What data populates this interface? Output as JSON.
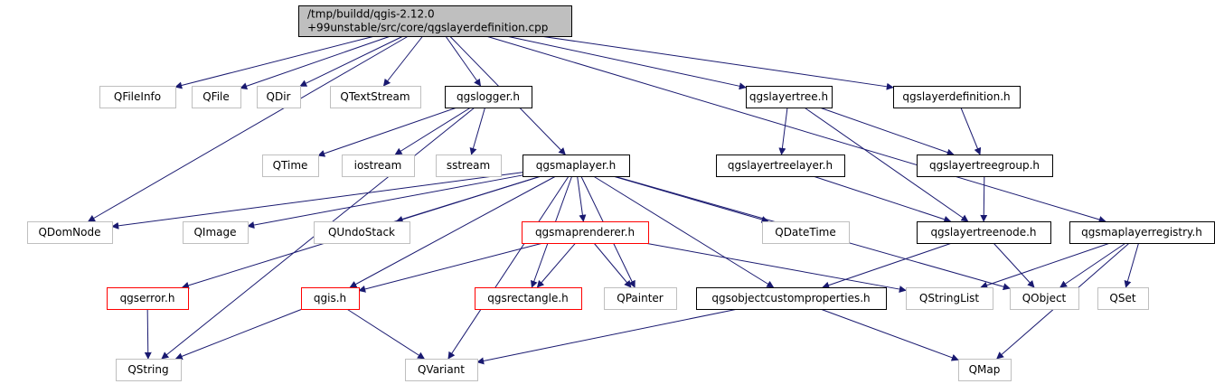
{
  "colors": {
    "edge": "#191970",
    "border_documented": "#000000",
    "border_truncated": "#ff0000",
    "border_external": "#bfbfbf",
    "fill_root": "#bfbfbf",
    "fill_default": "#ffffff",
    "text": "#000000"
  },
  "nodes": {
    "root": {
      "lines": [
        "/tmp/buildd/qgis-2.12.0",
        "+99unstable/src/core/qgslayerdefinition.cpp"
      ],
      "kind": "root"
    },
    "qfileinfo": {
      "lines": [
        "QFileInfo"
      ],
      "kind": "external"
    },
    "qfile": {
      "lines": [
        "QFile"
      ],
      "kind": "external"
    },
    "qdir": {
      "lines": [
        "QDir"
      ],
      "kind": "external"
    },
    "qtextstream": {
      "lines": [
        "QTextStream"
      ],
      "kind": "external"
    },
    "qgslogger": {
      "lines": [
        "qgslogger.h"
      ],
      "kind": "documented"
    },
    "qgslayertree": {
      "lines": [
        "qgslayertree.h"
      ],
      "kind": "documented"
    },
    "qgslayerdefinition": {
      "lines": [
        "qgslayerdefinition.h"
      ],
      "kind": "documented"
    },
    "qtime": {
      "lines": [
        "QTime"
      ],
      "kind": "external"
    },
    "iostream": {
      "lines": [
        "iostream"
      ],
      "kind": "external"
    },
    "sstream": {
      "lines": [
        "sstream"
      ],
      "kind": "external"
    },
    "qgsmaplayer": {
      "lines": [
        "qgsmaplayer.h"
      ],
      "kind": "documented"
    },
    "qgslayertreelayer": {
      "lines": [
        "qgslayertreelayer.h"
      ],
      "kind": "documented"
    },
    "qgslayertreegroup": {
      "lines": [
        "qgslayertreegroup.h"
      ],
      "kind": "documented"
    },
    "qdomnode": {
      "lines": [
        "QDomNode"
      ],
      "kind": "external"
    },
    "qimage": {
      "lines": [
        "QImage"
      ],
      "kind": "external"
    },
    "qundostack": {
      "lines": [
        "QUndoStack"
      ],
      "kind": "external"
    },
    "qgsmaprenderer": {
      "lines": [
        "qgsmaprenderer.h"
      ],
      "kind": "truncated"
    },
    "qdatetime": {
      "lines": [
        "QDateTime"
      ],
      "kind": "external"
    },
    "qgslayertreenode": {
      "lines": [
        "qgslayertreenode.h"
      ],
      "kind": "documented"
    },
    "qgsmaplayerregistry": {
      "lines": [
        "qgsmaplayerregistry.h"
      ],
      "kind": "documented"
    },
    "qgserror": {
      "lines": [
        "qgserror.h"
      ],
      "kind": "truncated"
    },
    "qgis": {
      "lines": [
        "qgis.h"
      ],
      "kind": "truncated"
    },
    "qgsrectangle": {
      "lines": [
        "qgsrectangle.h"
      ],
      "kind": "truncated"
    },
    "qpainter": {
      "lines": [
        "QPainter"
      ],
      "kind": "external"
    },
    "qgsobjectcustomproperties": {
      "lines": [
        "qgsobjectcustomproperties.h"
      ],
      "kind": "documented"
    },
    "qstringlist": {
      "lines": [
        "QStringList"
      ],
      "kind": "external"
    },
    "qobject": {
      "lines": [
        "QObject"
      ],
      "kind": "external"
    },
    "qset": {
      "lines": [
        "QSet"
      ],
      "kind": "external"
    },
    "qstring": {
      "lines": [
        "QString"
      ],
      "kind": "external"
    },
    "qvariant": {
      "lines": [
        "QVariant"
      ],
      "kind": "external"
    },
    "qmap": {
      "lines": [
        "QMap"
      ],
      "kind": "external"
    }
  },
  "edges": [
    [
      "root",
      "qdomnode"
    ],
    [
      "root",
      "qfileinfo"
    ],
    [
      "root",
      "qfile"
    ],
    [
      "root",
      "qdir"
    ],
    [
      "root",
      "qtextstream"
    ],
    [
      "root",
      "qgslogger"
    ],
    [
      "root",
      "qgsmaplayer"
    ],
    [
      "root",
      "qgslayertree"
    ],
    [
      "root",
      "qgslayerdefinition"
    ],
    [
      "root",
      "qgsmaplayerregistry"
    ],
    [
      "qgslogger",
      "qstring"
    ],
    [
      "qgslogger",
      "qtime"
    ],
    [
      "qgslogger",
      "iostream"
    ],
    [
      "qgslogger",
      "sstream"
    ],
    [
      "qgsmaplayer",
      "qdomnode"
    ],
    [
      "qgsmaplayer",
      "qimage"
    ],
    [
      "qgsmaplayer",
      "qundostack"
    ],
    [
      "qgsmaplayer",
      "qgserror"
    ],
    [
      "qgsmaplayer",
      "qgis"
    ],
    [
      "qgsmaplayer",
      "qvariant"
    ],
    [
      "qgsmaplayer",
      "qgsrectangle"
    ],
    [
      "qgsmaplayer",
      "qgsmaprenderer"
    ],
    [
      "qgsmaplayer",
      "qpainter"
    ],
    [
      "qgsmaplayer",
      "qdatetime"
    ],
    [
      "qgsmaplayer",
      "qgsobjectcustomproperties"
    ],
    [
      "qgsmaplayer",
      "qobject"
    ],
    [
      "qgsmaprenderer",
      "qgis"
    ],
    [
      "qgsmaprenderer",
      "qgsrectangle"
    ],
    [
      "qgsmaprenderer",
      "qpainter"
    ],
    [
      "qgsmaprenderer",
      "qstringlist"
    ],
    [
      "qgslayertree",
      "qgslayertreelayer"
    ],
    [
      "qgslayertree",
      "qgslayertreegroup"
    ],
    [
      "qgslayertree",
      "qgslayertreenode"
    ],
    [
      "qgslayerdefinition",
      "qgslayertreegroup"
    ],
    [
      "qgslayertreelayer",
      "qgslayertreenode"
    ],
    [
      "qgslayertreegroup",
      "qgslayertreenode"
    ],
    [
      "qgslayertreenode",
      "qgsobjectcustomproperties"
    ],
    [
      "qgslayertreenode",
      "qobject"
    ],
    [
      "qgsmaplayerregistry",
      "qstringlist"
    ],
    [
      "qgsmaplayerregistry",
      "qobject"
    ],
    [
      "qgsmaplayerregistry",
      "qset"
    ],
    [
      "qgsmaplayerregistry",
      "qmap"
    ],
    [
      "qgserror",
      "qstring"
    ],
    [
      "qgis",
      "qstring"
    ],
    [
      "qgis",
      "qvariant"
    ],
    [
      "qgsobjectcustomproperties",
      "qvariant"
    ],
    [
      "qgsobjectcustomproperties",
      "qmap"
    ]
  ]
}
